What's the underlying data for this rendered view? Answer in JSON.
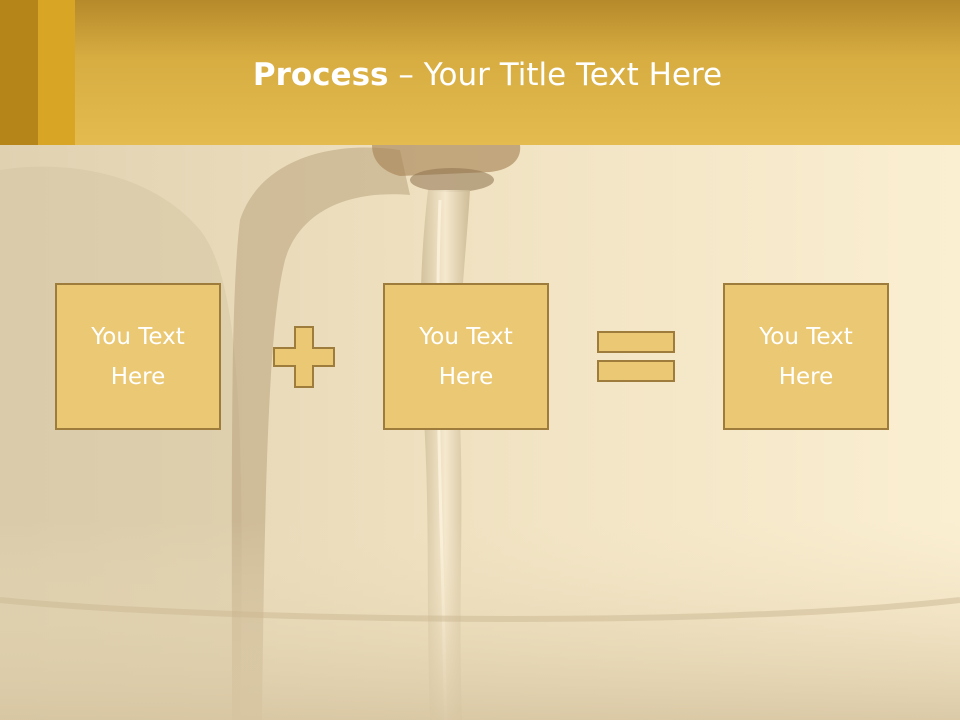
{
  "slide": {
    "title_bold": "Process",
    "title_rest": " – Your Title Text Here",
    "boxes": [
      {
        "label": "You Text Here"
      },
      {
        "label": "You Text Here"
      },
      {
        "label": "You Text Here"
      }
    ],
    "operators": [
      "plus-icon",
      "equals-icon"
    ]
  },
  "colors": {
    "header": "#e3bb4e",
    "box_fill": "#ebc974",
    "box_border": "#9d7c3c",
    "operator_fill": "#ebc974",
    "text": "#ffffff"
  }
}
